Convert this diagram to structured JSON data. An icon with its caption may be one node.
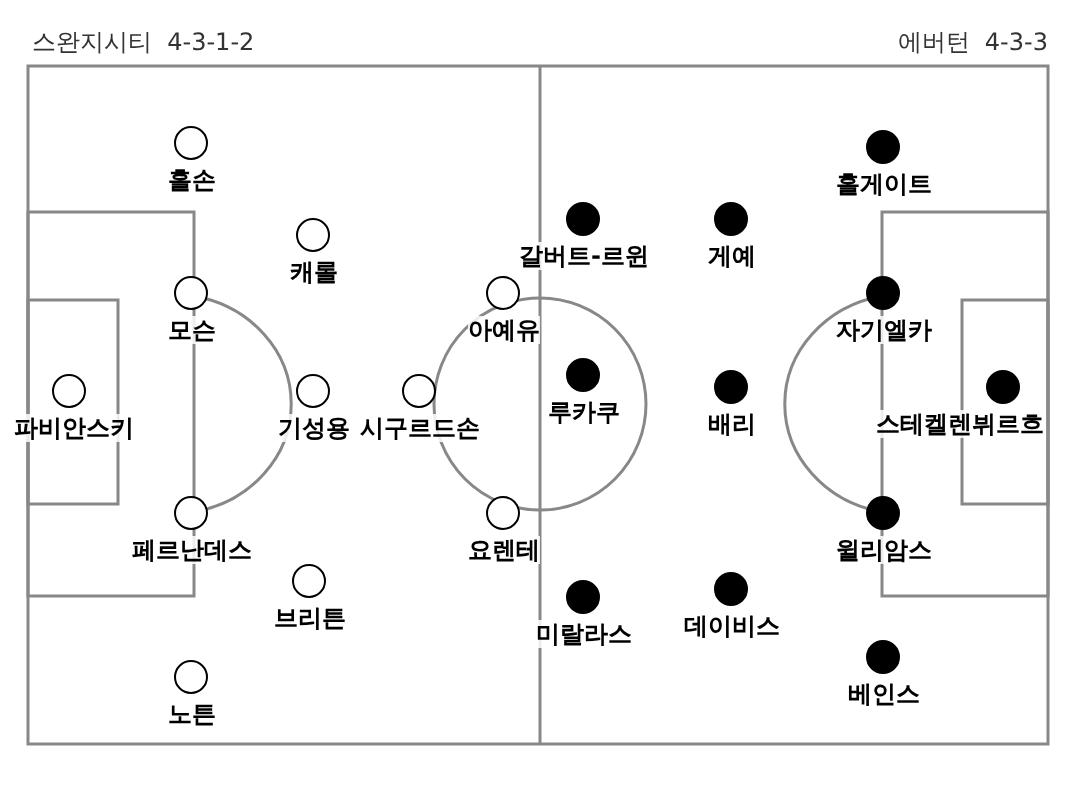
{
  "diagram": {
    "nodes": [
      {
        "text": [
          "홀손"
        ]
      },
      {
        "text": [
          "캐롤"
        ]
      },
      {
        "text": [
          "모슨"
        ]
      },
      {
        "text": [
          "파비안스키"
        ]
      },
      {
        "text": [
          "기성용"
        ]
      },
      {
        "text": [
          "시구르드손"
        ]
      },
      {
        "text": [
          "아예유"
        ]
      },
      {
        "text": [
          "페르난데스"
        ]
      },
      {
        "text": [
          "요렌테"
        ]
      },
      {
        "text": [
          "브리튼"
        ]
      },
      {
        "text": [
          "노튼"
        ]
      },
      {
        "text": [
          "홀게이트"
        ]
      },
      {
        "text": [
          "갈버트-르윈"
        ]
      },
      {
        "text": [
          "게예"
        ]
      },
      {
        "text": [
          "자기엘카"
        ]
      },
      {
        "text": [
          "루카쿠"
        ]
      },
      {
        "text": [
          "배리"
        ]
      },
      {
        "text": [
          "스테켈렌뷔르흐"
        ]
      },
      {
        "text": [
          "윌리암스"
        ]
      },
      {
        "text": [
          "미랄라스"
        ]
      },
      {
        "text": [
          "데이비스"
        ]
      },
      {
        "text": [
          "베인스"
        ]
      }
    ],
    "labels": [
      "스완지시티  4-3-1-2",
      "에버턴  4-3-3"
    ]
  }
}
